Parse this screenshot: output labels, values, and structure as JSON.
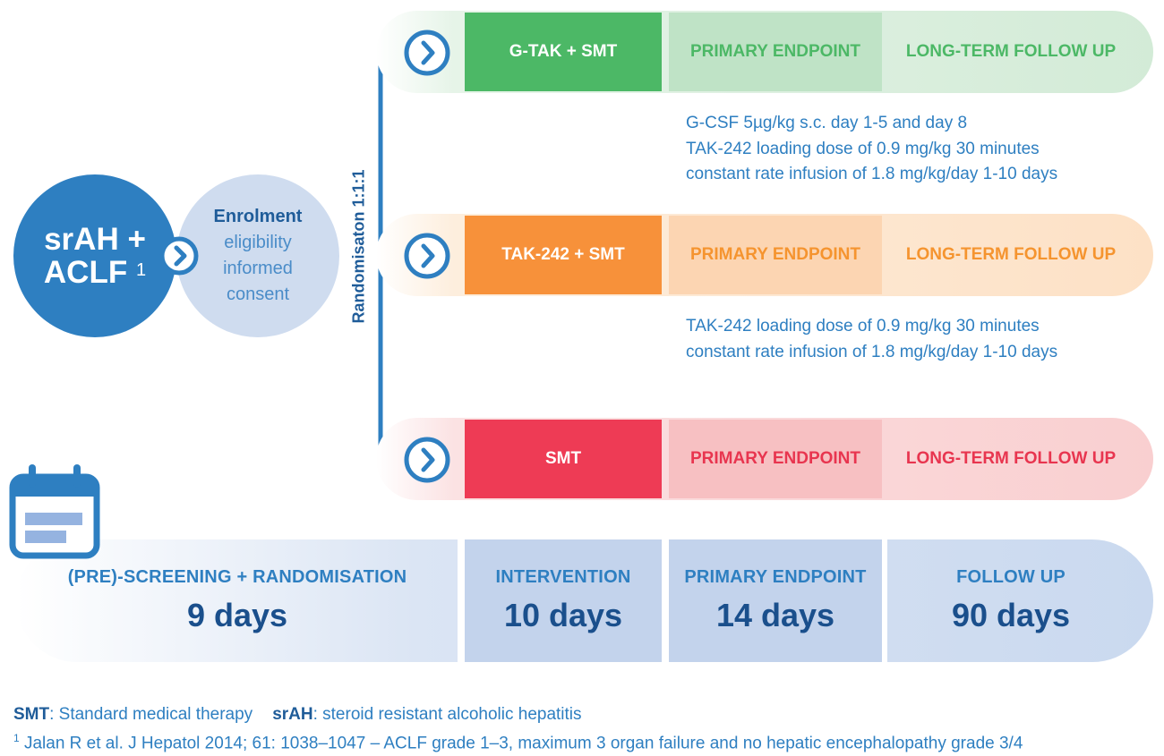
{
  "patient": {
    "line1": "srAH +",
    "line2": "ACLF",
    "superscript": "1"
  },
  "enrolment": {
    "title": "Enrolment",
    "line1": "eligibility",
    "line2": "informed",
    "line3": "consent"
  },
  "randomisation_label": "Randomisaton 1:1:1",
  "arms": [
    {
      "intervention": "G-TAK + SMT",
      "endpoint": "PRIMARY ENDPOINT",
      "followup": "LONG-TERM FOLLOW UP",
      "colors": {
        "accent": "#4cb866",
        "light": "#d3ebd7",
        "text": "#4cb866"
      }
    },
    {
      "intervention": "TAK-242 + SMT",
      "endpoint": "PRIMARY ENDPOINT",
      "followup": "LONG-TERM FOLLOW UP",
      "colors": {
        "accent": "#f7913a",
        "light": "#fde1c6",
        "text": "#f5942f"
      }
    },
    {
      "intervention": "SMT",
      "endpoint": "PRIMARY ENDPOINT",
      "followup": "LONG-TERM FOLLOW UP",
      "colors": {
        "accent": "#ee3b55",
        "light": "#f9cfd0",
        "text": "#e8354f"
      }
    }
  ],
  "notes": {
    "gtak": [
      "G-CSF 5µg/kg s.c. day 1-5 and day 8",
      "TAK-242 loading dose of 0.9 mg/kg 30 minutes",
      "constant rate infusion of 1.8 mg/kg/day 1-10 days"
    ],
    "tak": [
      "TAK-242 loading dose of 0.9 mg/kg 30 minutes",
      "constant rate infusion of 1.8 mg/kg/day 1-10 days"
    ]
  },
  "timeline": [
    {
      "title": "(PRE)-SCREENING + RANDOMISATION",
      "value": "9 days"
    },
    {
      "title": "INTERVENTION",
      "value": "10 days"
    },
    {
      "title": "PRIMARY ENDPOINT",
      "value": "14 days"
    },
    {
      "title": "FOLLOW UP",
      "value": "90 days"
    }
  ],
  "footer": {
    "smt_abbr": "SMT",
    "smt_def": ": Standard medical therapy",
    "srah_abbr": "srAH",
    "srah_def": ": steroid resistant alcoholic hepatitis",
    "ref_mark": "1",
    "reference": " Jalan R et al. J Hepatol 2014; 61: 1038–1047 – ACLF grade 1–3, maximum 3 organ failure and no hepatic encephalopathy grade 3/4"
  },
  "icons": {
    "arrow": "arrow-circle-icon",
    "calendar": "calendar-icon"
  },
  "colors": {
    "primary_blue": "#2e7fc1",
    "dark_blue": "#1a4f8c",
    "timeline_light": "#cad9ef"
  }
}
